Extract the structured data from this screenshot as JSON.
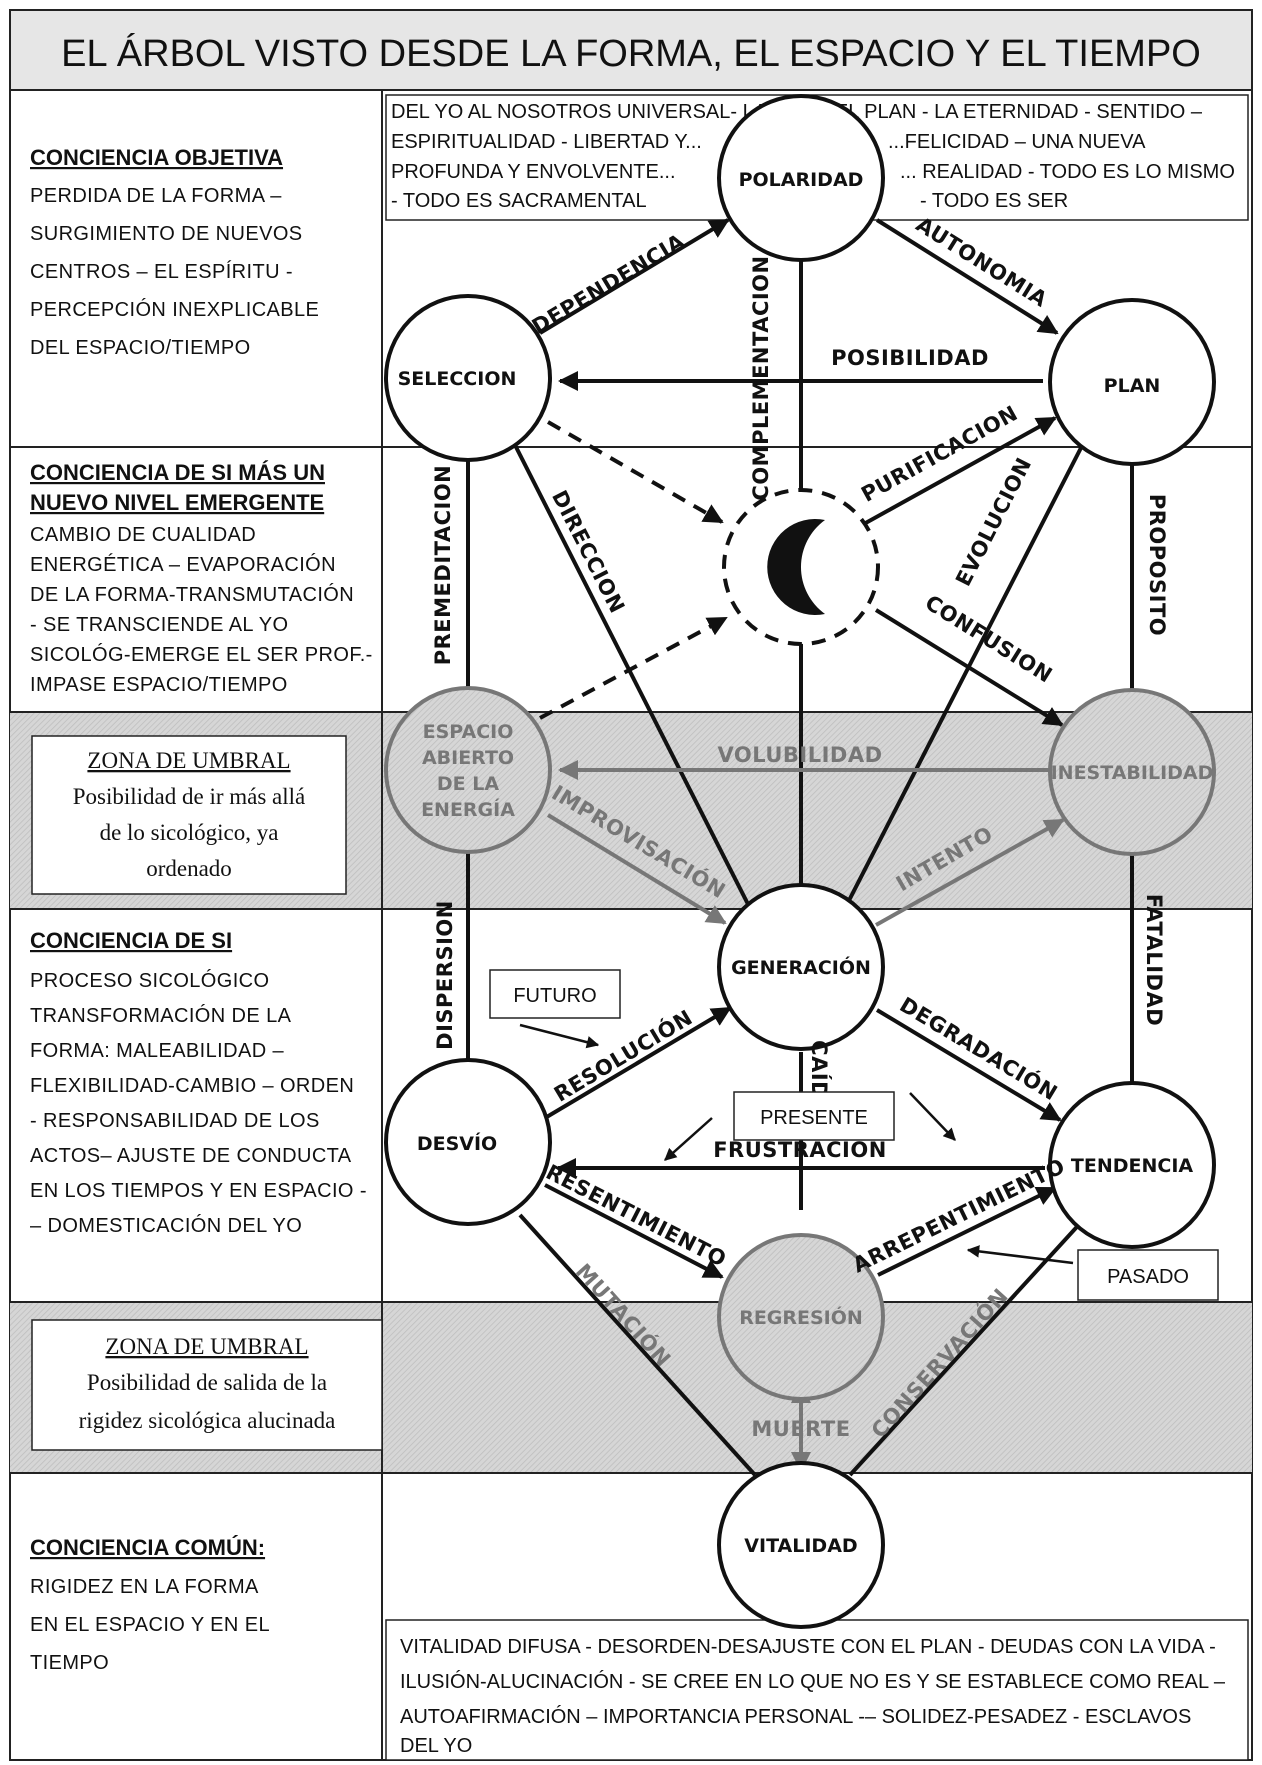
{
  "title": "EL ÁRBOL VISTO DESDE LA FORMA, EL ESPACIO Y EL TIEMPO",
  "sections": {
    "objetiva": {
      "heading": "CONCIENCIA OBJETIVA",
      "lines": [
        "PERDIDA DE LA FORMA –",
        "SURGIMIENTO DE NUEVOS",
        "CENTROS – EL ESPÍRITU -",
        "PERCEPCIÓN INEXPLICABLE",
        "DEL ESPACIO/TIEMPO"
      ]
    },
    "emergente": {
      "heading_lines": [
        "CONCIENCIA DE SI MÁS UN",
        "NUEVO NIVEL EMERGENTE"
      ],
      "lines": [
        "CAMBIO DE CUALIDAD",
        "ENERGÉTICA – EVAPORACIÓN",
        "DE LA FORMA-TRANSMUTACIÓN",
        "- SE TRANSCIENDE AL YO",
        "SICOLÓG-EMERGE EL SER PROF.-",
        "IMPASE ESPACIO/TIEMPO"
      ]
    },
    "umbral1": {
      "heading": "ZONA DE UMBRAL",
      "lines": [
        "Posibilidad de ir más allá",
        "de lo sicológico, ya",
        "ordenado"
      ]
    },
    "desi": {
      "heading": "CONCIENCIA DE SI",
      "lines": [
        "PROCESO SICOLÓGICO",
        "TRANSFORMACIÓN DE LA",
        "FORMA:  MALEABILIDAD –",
        "FLEXIBILIDAD-CAMBIO –  ORDEN",
        "- RESPONSABILIDAD  DE LOS",
        "ACTOS– AJUSTE DE CONDUCTA",
        "EN LOS TIEMPOS Y EN ESPACIO -",
        "– DOMESTICACIÓN DEL YO"
      ]
    },
    "umbral2": {
      "heading": "ZONA DE UMBRAL",
      "lines": [
        "Posibilidad de salida de la",
        "rigidez sicológica alucinada"
      ]
    },
    "comun": {
      "heading": "CONCIENCIA COMÚN:",
      "lines": [
        "RIGIDEZ EN LA FORMA",
        "EN EL ESPACIO Y EN EL",
        "TIEMPO"
      ]
    }
  },
  "top_box": {
    "lines": [
      [
        "DEL YO AL NOSOTROS UNIVERSAL- LA VIDA - EL PLAN - LA ETERNIDAD -  SENTIDO –"
      ],
      [
        "ESPIRITUALIDAD - LIBERTAD Y...",
        "...FELICIDAD – UNA NUEVA"
      ],
      [
        "PROFUNDA Y ENVOLVENTE...",
        "... REALIDAD - TODO ES LO MISMO"
      ],
      [
        "- TODO ES SACRAMENTAL",
        "- TODO ES SER"
      ]
    ]
  },
  "bottom_box": {
    "lines": [
      "VITALIDAD DIFUSA - DESORDEN-DESAJUSTE CON EL PLAN - DEUDAS CON LA VIDA -",
      "ILUSIÓN-ALUCINACIÓN - SE CREE EN LO QUE NO ES Y SE ESTABLECE COMO REAL –",
      "AUTOAFIRMACIÓN – IMPORTANCIA PERSONAL -– SOLIDEZ-PESADEZ  - ESCLAVOS",
      "DEL YO"
    ]
  },
  "nodes": {
    "polaridad": "POLARIDAD",
    "seleccion": "SELECCION",
    "plan": "PLAN",
    "espacio": [
      "ESPACIO",
      "ABIERTO",
      "DE LA",
      "ENERGÍA"
    ],
    "inestabilidad": "INESTABILIDAD",
    "generacion": "GENERACIÓN",
    "desvio": "DESVÍO",
    "tendencia": "TENDENCIA",
    "regresion": "REGRESIÓN",
    "vitalidad": "VITALIDAD"
  },
  "edges": {
    "dependencia": "DEPENDENCIA",
    "autonomia": "AUTONOMIA",
    "posibilidad": "POSIBILIDAD",
    "complementacion": "COMPLEMENTACION",
    "purificacion": "PURIFICACION",
    "premeditacion": "PREMEDITACION",
    "direccion": "DIRECCION",
    "evolucion": "EVOLUCION",
    "proposito": "PROPOSITO",
    "confusion": "CONFUSION",
    "volubilidad": "VOLUBILIDAD",
    "improvisacion": "IMPROVISACIÓN",
    "intento": "INTENTO",
    "dispersion": "DISPERSION",
    "fatalidad": "FATALIDAD",
    "resolucion": "RESOLUCIÓN",
    "degradacion": "DEGRADACIÓN",
    "caida": "CAÍDA",
    "frustracion": "FRUSTRACIÓN",
    "resentimiento": "RESENTIMIENTO",
    "arrepentimiento": "ARREPENTIMIENTO",
    "mutacion": "MUTACIÓN",
    "conservacion": "CONSERVACIÓN",
    "muerte": "MUERTE"
  },
  "time_labels": {
    "futuro": "FUTURO",
    "presente": "PRESENTE",
    "pasado": "PASADO"
  }
}
